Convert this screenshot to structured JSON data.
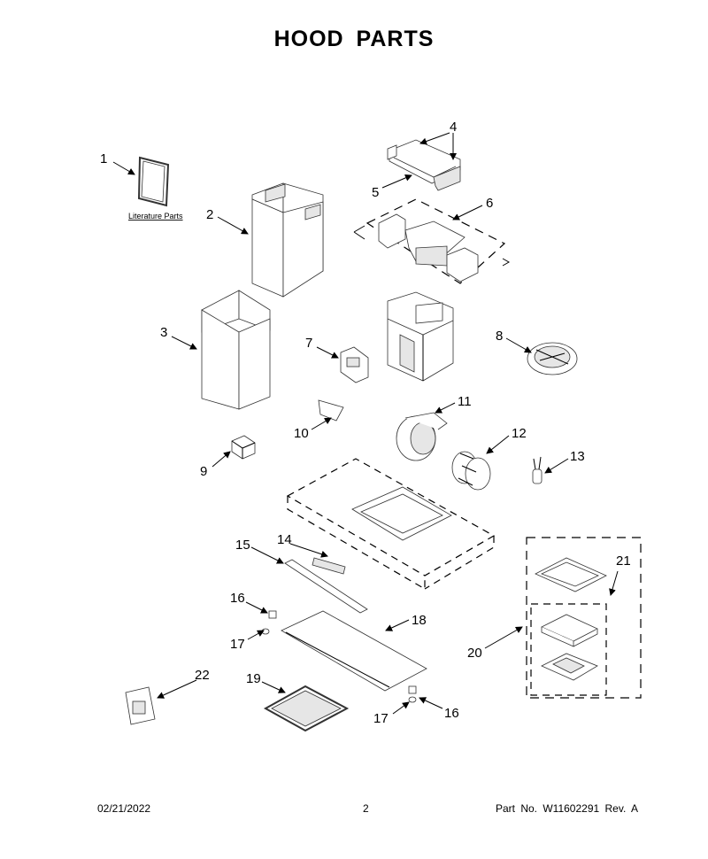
{
  "title": "HOOD PARTS",
  "literature_label": "Literature Parts",
  "callouts": [
    "1",
    "2",
    "3",
    "4",
    "5",
    "6",
    "7",
    "8",
    "9",
    "10",
    "11",
    "12",
    "13",
    "14",
    "15",
    "16",
    "17",
    "18",
    "19",
    "20",
    "21",
    "22",
    "16",
    "17"
  ],
  "footer": {
    "date": "02/21/2022",
    "page": "2",
    "part": "Part No.  W11602291  Rev.  A"
  }
}
